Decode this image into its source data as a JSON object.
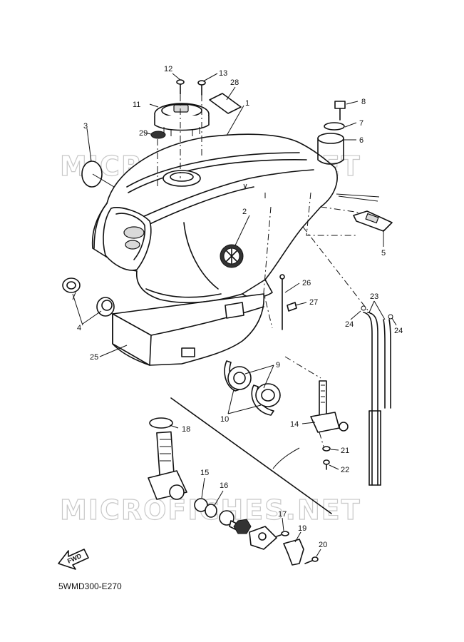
{
  "diagram": {
    "figure_code": "5WMD300-E270",
    "watermark_text": "MICROFICHES.NET",
    "fwd_label": "FWD",
    "callouts": [
      "1",
      "2",
      "3",
      "4",
      "5",
      "6",
      "7",
      "8",
      "9",
      "10",
      "11",
      "12",
      "13",
      "14",
      "15",
      "16",
      "17",
      "18",
      "19",
      "20",
      "21",
      "22",
      "23",
      "24",
      "25",
      "26",
      "27",
      "28",
      "29"
    ]
  }
}
